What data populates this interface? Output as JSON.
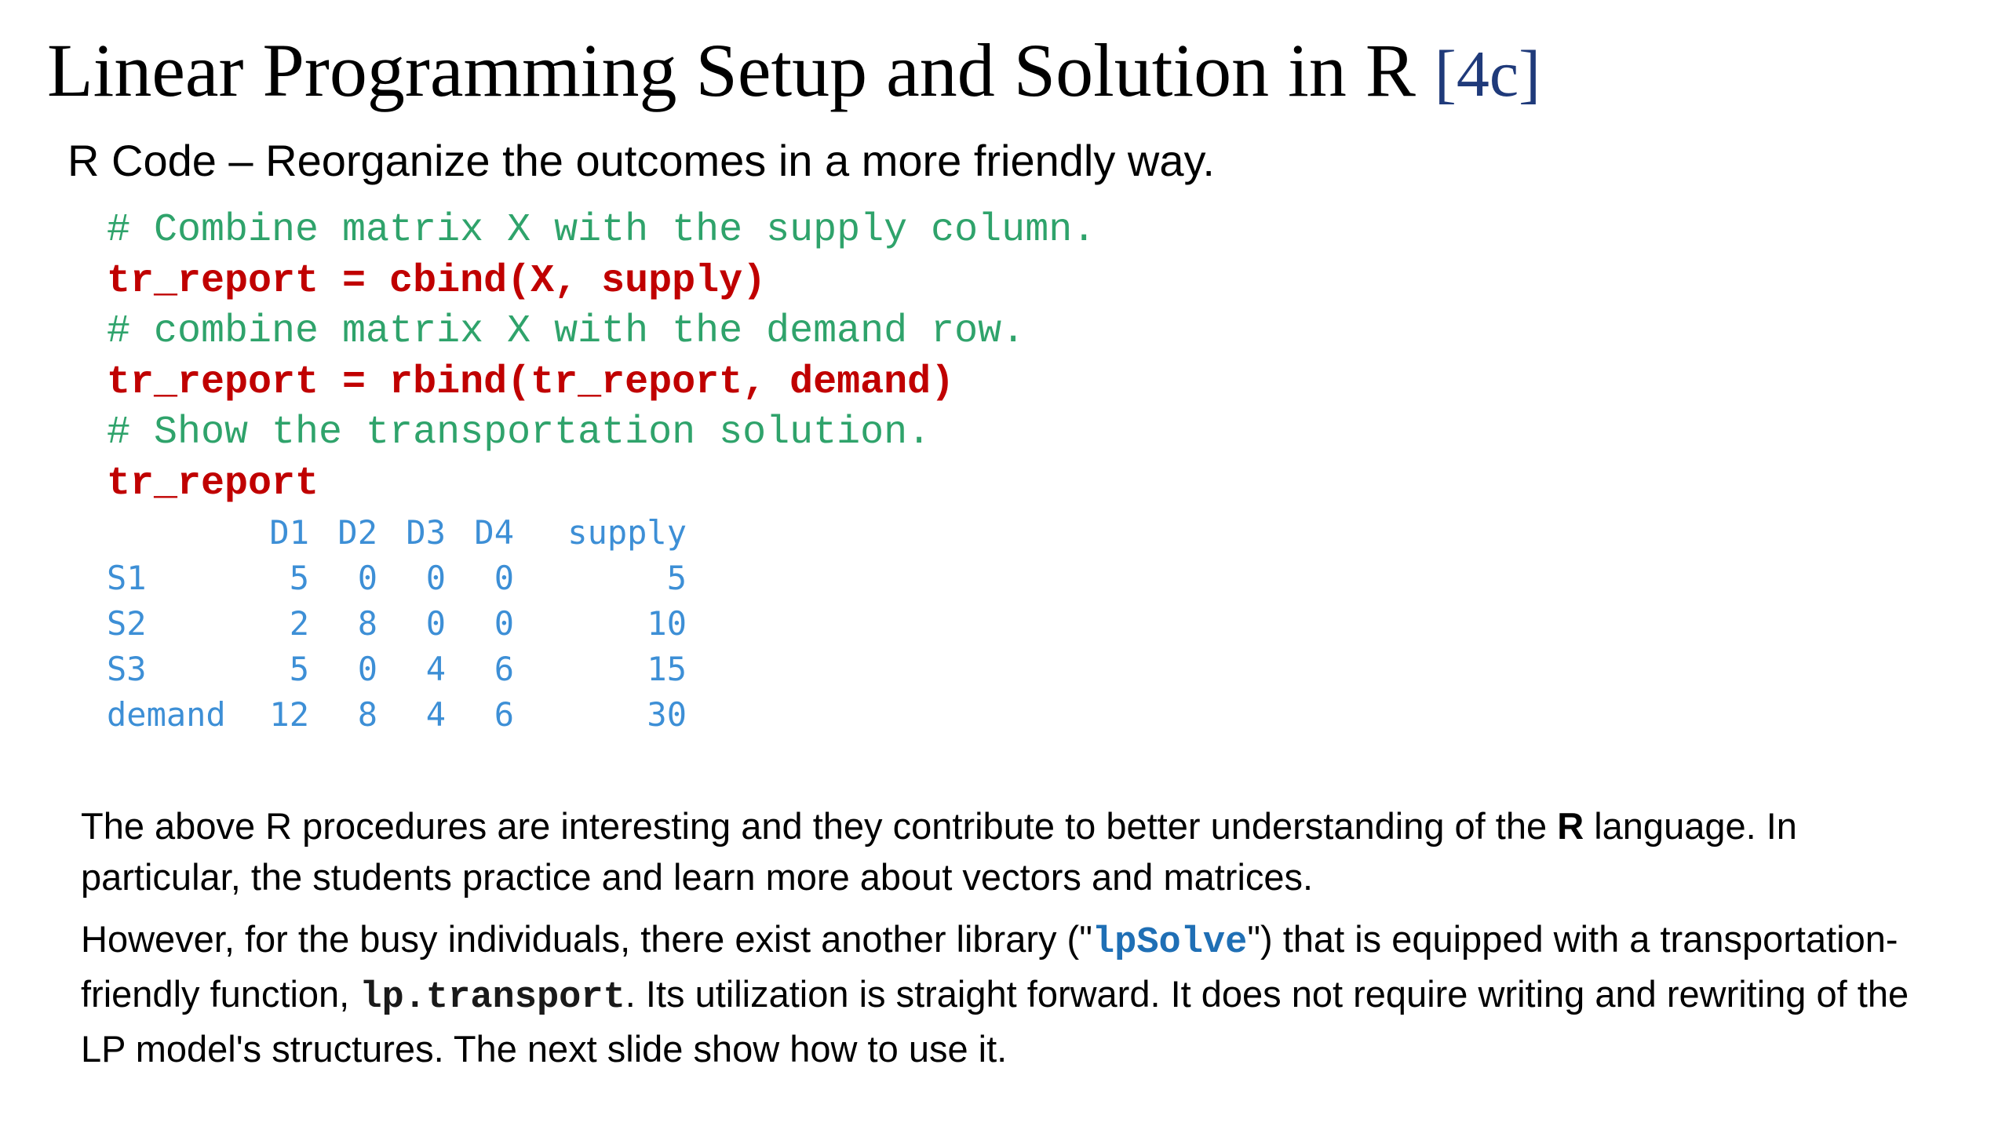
{
  "title": {
    "main": "Linear Programming Setup and Solution in R",
    "tag": "[4c]"
  },
  "subtitle": "R Code – Reorganize the outcomes in a more friendly way.",
  "code_lines": [
    {
      "type": "comment",
      "text": "# Combine matrix X with the supply column."
    },
    {
      "type": "stmt",
      "text": "tr_report = cbind(X, supply)"
    },
    {
      "type": "comment",
      "text": "# combine matrix X with the demand row."
    },
    {
      "type": "stmt",
      "text": "tr_report = rbind(tr_report, demand)"
    },
    {
      "type": "comment",
      "text": "# Show the transportation solution."
    },
    {
      "type": "stmt",
      "text": "tr_report"
    }
  ],
  "output_table": {
    "header": [
      "",
      "D1",
      "D2",
      "D3",
      "D4",
      "supply"
    ],
    "rows": [
      [
        "S1",
        "5",
        "0",
        "0",
        "0",
        "5"
      ],
      [
        "S2",
        "2",
        "8",
        "0",
        "0",
        "10"
      ],
      [
        "S3",
        "5",
        "0",
        "4",
        "6",
        "15"
      ],
      [
        "demand",
        "12",
        "8",
        "4",
        "6",
        "30"
      ]
    ]
  },
  "paragraph1": {
    "before": "The above R procedures are interesting and they contribute to better understanding of the ",
    "bold": "R",
    "after": " language. In particular, the students practice and learn more about vectors and matrices."
  },
  "paragraph2": {
    "part1": "However, for the busy individuals, there exist another library (\"",
    "lib": "lpSolve",
    "part2": "\")  that is equipped with a transportation-friendly function, ",
    "func": "lp.transport",
    "part3": ". Its utilization is straight forward. It does not require writing and rewriting of the LP model's structures.  The next slide show how to use it."
  },
  "colors": {
    "comment": "#2fa36b",
    "statement": "#c00000",
    "output": "#3d8fd6",
    "tag": "#1f3a7a",
    "library": "#1f6fb5"
  }
}
